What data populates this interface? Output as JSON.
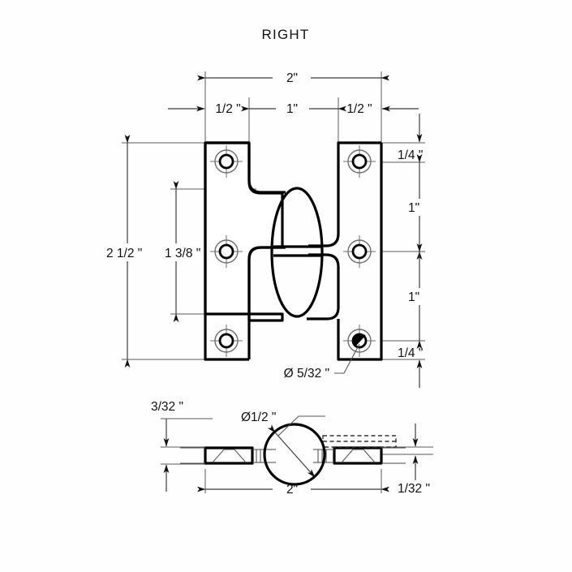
{
  "drawing": {
    "title": "RIGHT",
    "background_color": "#fefefe",
    "line_color": "#000000",
    "text_color": "#111111"
  },
  "front_view": {
    "top_dimensions": {
      "overall": "2\"",
      "segments": [
        "1/2  \"",
        "1\"",
        "1/2  \""
      ]
    },
    "left_dimensions": {
      "overall_height": "2 1/2  \"",
      "inner_height": "1 3/8  \""
    },
    "right_dimensions": [
      "1/4  \"",
      "1\"",
      "1\"",
      "1/4  \""
    ],
    "hole_callout": "Ø 5/32  \""
  },
  "bottom_view": {
    "thickness_dimension": "3/32  \"",
    "knuckle_diameter": "Ø1/2  \"",
    "width_dimension": "2\"",
    "gap_dimension": "1/32  \""
  }
}
